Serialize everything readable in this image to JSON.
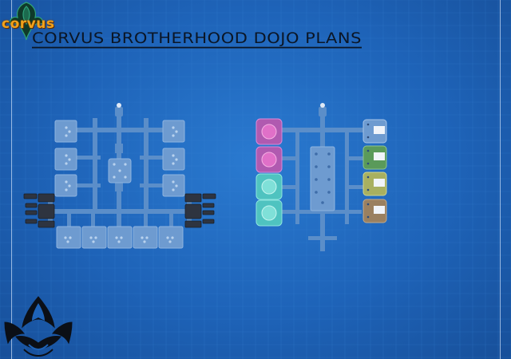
{
  "header": {
    "logo_text": "corvus",
    "title": "Corvus Brotherhood Dojo Plans"
  },
  "plans": {
    "left_plan": {
      "name": "left-dojo-plan"
    },
    "right_plan": {
      "name": "right-dojo-plan"
    }
  },
  "colors": {
    "background": "#1e63b8",
    "grid_line": "#3b86d6",
    "corridor": "#5b8ec9",
    "room": "#6e9bd0",
    "room_border": "#8fb4e0",
    "dark_module": "#2e3440",
    "purple_room": "#b05ab0",
    "pink_circle": "#e070c8",
    "teal_room": "#4fc3c0",
    "teal_circle": "#7fe0d8",
    "green_room": "#5a9a5a",
    "olive_room": "#a8b060",
    "tan_room": "#9a8060",
    "logo_orange": "#f2a21b"
  },
  "icons": [
    "crow-emblem-icon",
    "lotus-emblem-icon"
  ]
}
